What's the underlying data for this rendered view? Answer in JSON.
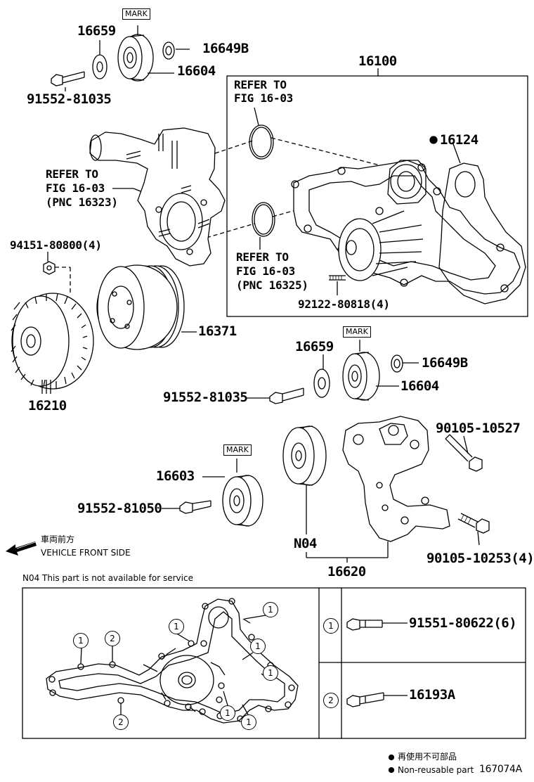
{
  "labels": {
    "p16659_top": "16659",
    "mark_top": "MARK",
    "p16649b_top": "16649B",
    "p16604_top": "16604",
    "p91552_81035_top": "91552-81035",
    "p16100": "16100",
    "refer_a_1": "REFER TO",
    "refer_a_2": "FIG 16-03",
    "p16124": "16124",
    "refer_b_1": "REFER TO",
    "refer_b_2": "FIG 16-03",
    "refer_b_3": "(PNC 16323)",
    "refer_c_1": "REFER TO",
    "refer_c_2": "FIG 16-03",
    "refer_c_3": "(PNC 16325)",
    "p94151": "94151-80800(4)",
    "p92122": "92122-80818(4)",
    "p16371": "16371",
    "p16210": "16210",
    "p16659_mid": "16659",
    "mark_mid": "MARK",
    "p16649b_mid": "16649B",
    "p91552_81035_mid": "91552-81035",
    "p16604_mid": "16604",
    "mark_low": "MARK",
    "p16603": "16603",
    "p91552_81050": "91552-81050",
    "p90105_10527": "90105-10527",
    "n04": "N04",
    "p90105_10253": "90105-10253(4)",
    "p16620": "16620",
    "front_jp": "車両前方",
    "front_en": "VEHICLE FRONT SIDE",
    "n04_note": "N04  This part is not available for service",
    "table_row1_num": "1",
    "table_row1_part": "91551-80622(6)",
    "table_row2_num": "2",
    "table_row2_part": "16193A",
    "legend_jp": "再使用不可部品",
    "legend_en": "Non-reusable part",
    "fig_code": "167074A"
  },
  "gasket_callouts": [
    "1",
    "2",
    "1",
    "1",
    "1",
    "1",
    "2",
    "1",
    "1"
  ]
}
